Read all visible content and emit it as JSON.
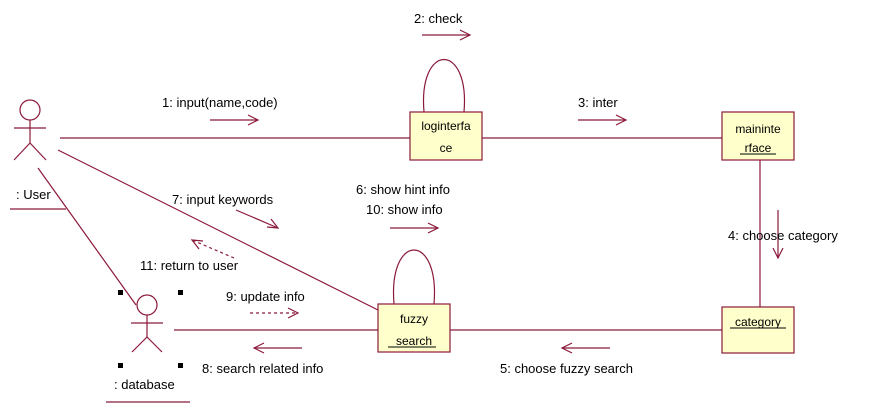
{
  "colors": {
    "line": "#8b1a3a",
    "object_fill": "#ffffcc",
    "text": "#000000"
  },
  "actors": {
    "user": {
      "label": ": User"
    },
    "database": {
      "label": ": database"
    }
  },
  "objects": {
    "login": {
      "line1": "loginterfa",
      "line2": "ce"
    },
    "main": {
      "line1": "maininte",
      "line2": "rface"
    },
    "category": {
      "line1": "category"
    },
    "fuzzy": {
      "line1": "fuzzy",
      "line2": "search"
    }
  },
  "messages": [
    {
      "id": "m1",
      "text": "1: input(name,code)"
    },
    {
      "id": "m2",
      "text": "2: check"
    },
    {
      "id": "m3",
      "text": "3: inter"
    },
    {
      "id": "m4",
      "text": "4: choose category"
    },
    {
      "id": "m5",
      "text": "5: choose fuzzy search"
    },
    {
      "id": "m6",
      "text": "6: show hint info"
    },
    {
      "id": "m7",
      "text": "7: input keywords"
    },
    {
      "id": "m8",
      "text": "8: search related info"
    },
    {
      "id": "m9",
      "text": "9: update info"
    },
    {
      "id": "m10",
      "text": "10: show info"
    },
    {
      "id": "m11",
      "text": "11: return to user"
    }
  ]
}
